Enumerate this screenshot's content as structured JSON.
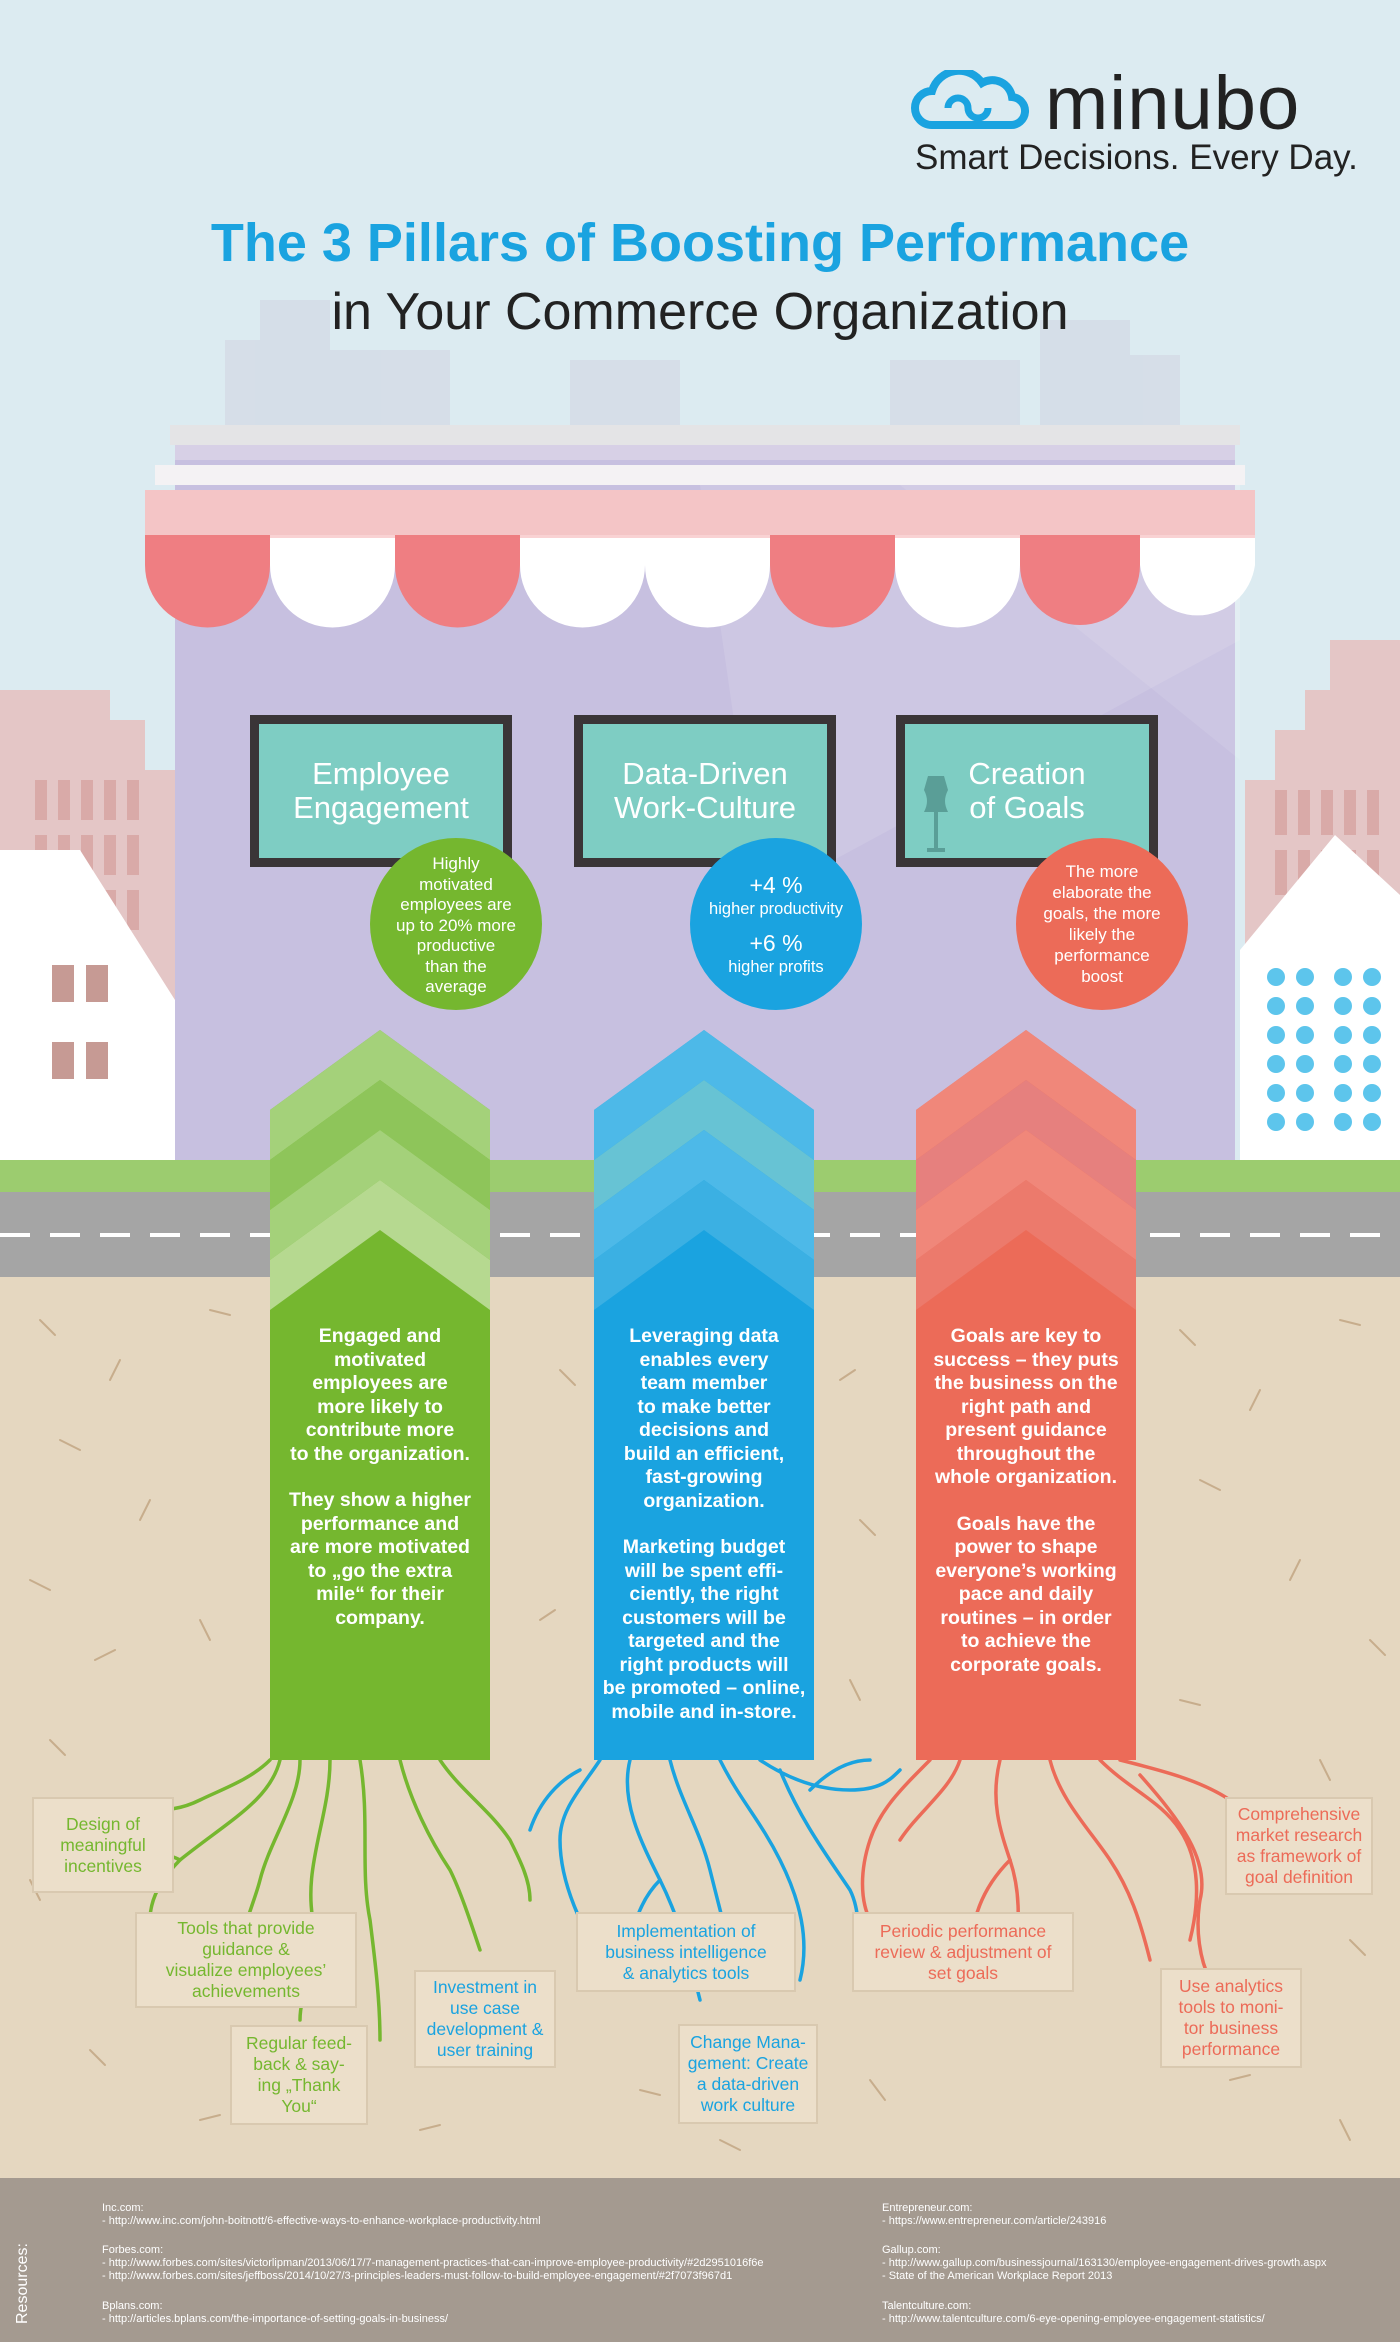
{
  "brand": {
    "name": "minubo",
    "tagline": "Smart Decisions. Every Day."
  },
  "title": {
    "line1": "The 3 Pillars of Boosting Performance",
    "line2": "in Your Commerce Organization"
  },
  "pillars": [
    {
      "sign": [
        "Employee",
        "Engagement"
      ],
      "circle": [
        "Highly",
        "motivated",
        "employees are",
        "up to 20% more",
        "productive",
        "than the",
        "average"
      ],
      "arrow_text": [
        "Engaged and",
        "motivated",
        "employees are",
        "more likely to",
        "contribute more",
        "to the organization.",
        "",
        "They show a higher",
        "performance and",
        "are more motivated",
        "to „go the extra",
        "mile“ for their",
        "company."
      ],
      "color": "#75b72f"
    },
    {
      "sign": [
        "Data-Driven",
        "Work-Culture"
      ],
      "circle": [
        "+4 %",
        "higher productivity",
        "+6 %",
        "higher profits"
      ],
      "arrow_text": [
        "Leveraging data",
        "enables every",
        "team member",
        "to make better",
        "decisions and",
        "build an efficient,",
        "fast-growing",
        "organization.",
        "",
        "Marketing budget",
        "will be spent effi-",
        "ciently, the right",
        "customers will be",
        "targeted and the",
        "right products will",
        "be promoted – online,",
        "mobile and in-store."
      ],
      "color": "#1aa3e0"
    },
    {
      "sign": [
        "Creation",
        "of Goals"
      ],
      "circle": [
        "The more",
        "elaborate the",
        "goals, the more",
        "likely the",
        "performance",
        "boost"
      ],
      "arrow_text": [
        "Goals are key to",
        "success – they puts",
        "the business on the",
        "right path and",
        "present guidance",
        "throughout the",
        "whole organization.",
        "",
        "Goals have the",
        "power to shape",
        "everyone’s working",
        "pace and daily",
        "routines – in order",
        "to achieve the",
        "corporate goals."
      ],
      "color": "#ec6b58"
    }
  ],
  "roots": {
    "green": [
      [
        "Design of",
        "meaningful",
        "incentives"
      ],
      [
        "Tools that provide",
        "guidance &",
        "visualize employees’",
        "achievements"
      ],
      [
        "Regular feed-",
        "back & say-",
        "ing „Thank",
        "You“"
      ],
      [
        "Investment in",
        "use case",
        "development &",
        "user training"
      ]
    ],
    "blue": [
      [
        "Implementation of",
        "business intelligence",
        "& analytics tools"
      ],
      [
        "Change Mana-",
        "gement: Create",
        "a data-driven",
        "work culture"
      ]
    ],
    "red": [
      [
        "Periodic performance",
        "review & adjustment of",
        "set goals"
      ],
      [
        "Comprehensive",
        "market research",
        "as framework of",
        "goal definition"
      ],
      [
        "Use analytics",
        "tools to moni-",
        "tor business",
        "performance"
      ]
    ]
  },
  "resources": {
    "label": "Resources:",
    "left": [
      {
        "source": "Inc.com:",
        "links": [
          "- http://www.inc.com/john-boitnott/6-effective-ways-to-enhance-workplace-productivity.html"
        ]
      },
      {
        "source": "Forbes.com:",
        "links": [
          "- http://www.forbes.com/sites/victorlipman/2013/06/17/7-management-practices-that-can-improve-employee-productivity/#2d2951016f6e",
          "- http://www.forbes.com/sites/jeffboss/2014/10/27/3-principles-leaders-must-follow-to-build-employee-engagement/#2f7073f967d1"
        ]
      },
      {
        "source": "Bplans.com:",
        "links": [
          "- http://articles.bplans.com/the-importance-of-setting-goals-in-business/"
        ]
      }
    ],
    "right": [
      {
        "source": "Entrepreneur.com:",
        "links": [
          "- https://www.entrepreneur.com/article/243916"
        ]
      },
      {
        "source": "Gallup.com:",
        "links": [
          "- http://www.gallup.com/businessjournal/163130/employee-engagement-drives-growth.aspx",
          "- State of the American Workplace Report 2013"
        ]
      },
      {
        "source": "Talentculture.com:",
        "links": [
          "- http://www.talentculture.com/6-eye-opening-employee-engagement-statistics/"
        ]
      }
    ]
  },
  "colors": {
    "sky": "#dcebf1",
    "building": "#c7c0e0",
    "awning_red": "#ef7e82",
    "sign_teal": "#7ecdc3",
    "grass": "#9ccc6f",
    "road": "#a5a5a5",
    "soil": "#e5d7c0",
    "footer": "#a49a90"
  }
}
